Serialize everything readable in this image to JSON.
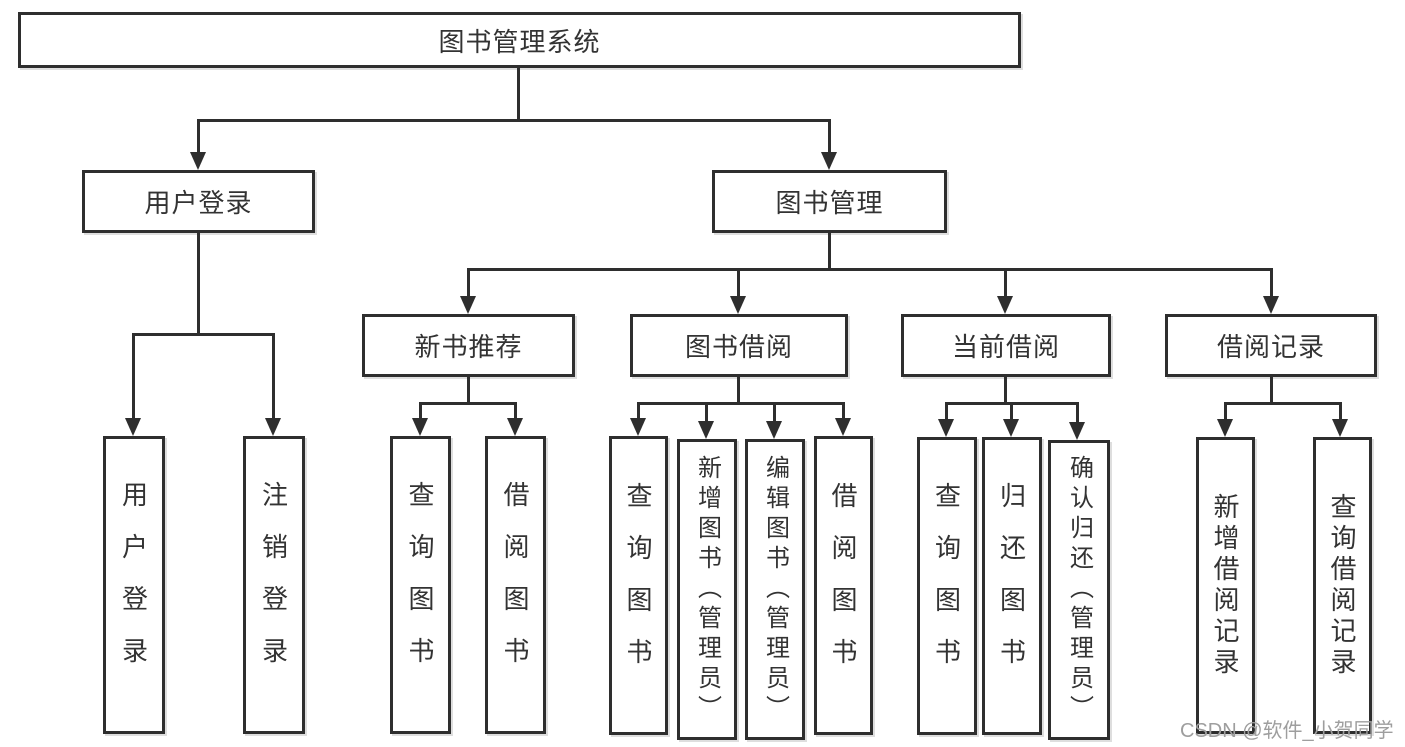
{
  "diagram": {
    "root": {
      "label": "图书管理系统"
    },
    "level2": {
      "user_login": {
        "label": "用户登录"
      },
      "book_management": {
        "label": "图书管理"
      }
    },
    "level3": {
      "new_book_recommend": {
        "label": "新书推荐"
      },
      "book_borrow": {
        "label": "图书借阅"
      },
      "current_borrow": {
        "label": "当前借阅"
      },
      "borrow_records": {
        "label": "借阅记录"
      }
    },
    "leaves": {
      "user_login": {
        "label": "用户登录"
      },
      "logout": {
        "label": "注销登录"
      },
      "nbr_query_books": {
        "label": "查询图书"
      },
      "nbr_borrow_books": {
        "label": "借阅图书"
      },
      "bb_query_books": {
        "label": "查询图书"
      },
      "bb_add_book_admin": {
        "label": "新增图书（管理员）"
      },
      "bb_edit_book_admin": {
        "label": "编辑图书（管理员）"
      },
      "bb_borrow_books": {
        "label": "借阅图书"
      },
      "cb_query_books": {
        "label": "查询图书"
      },
      "cb_return_book": {
        "label": "归还图书"
      },
      "cb_confirm_return_admin": {
        "label": "确认归还（管理员）"
      },
      "br_add_record": {
        "label": "新增借阅记录"
      },
      "br_query_record": {
        "label": "查询借阅记录"
      }
    }
  },
  "watermark": {
    "text": "CSDN @软件_小贺同学"
  },
  "colors": {
    "line": "#2e2e2e",
    "box_background": "#ffffff",
    "text": "#333333",
    "watermark": "#9e9e9e"
  }
}
